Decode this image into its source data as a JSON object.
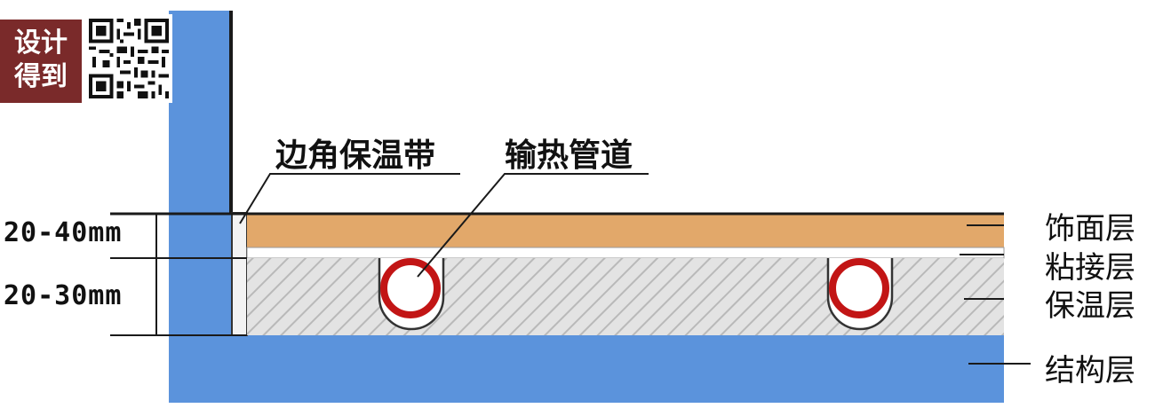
{
  "badge": {
    "line1": "设计",
    "line2": "得到"
  },
  "labels": {
    "edge_insulation": "边角保温带",
    "heating_pipe": "输热管道",
    "finish_layer": "饰面层",
    "bonding_layer": "粘接层",
    "insulation_layer": "保温层",
    "structure_layer": "结构层"
  },
  "dimensions": {
    "upper": "20-40mm",
    "lower": "20-30mm"
  },
  "colors": {
    "structure": "#5b93dc",
    "finish": "#e2a86a",
    "insulation_fill": "#e3e3e3",
    "hatch": "#b9b9b9",
    "pipe": "#c21515",
    "line": "#1a1a1a",
    "badge": "#7a2a2a"
  }
}
